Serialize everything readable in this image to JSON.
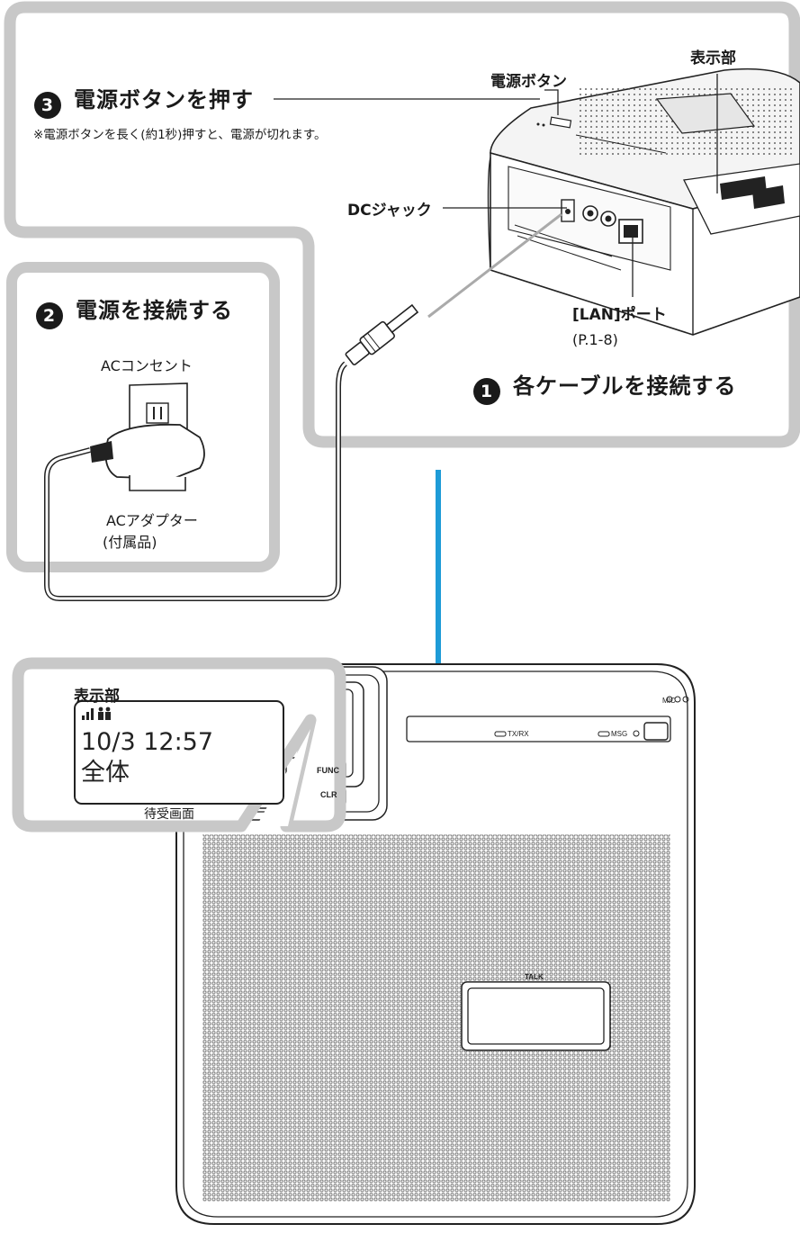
{
  "step3": {
    "num": "3",
    "title": "電源ボタンを押す",
    "note": "※電源ボタンを長く(約1秒)押すと、電源が切れます。"
  },
  "step2": {
    "num": "2",
    "title": "電源を接続する",
    "ac_outlet": "ACコンセント",
    "ac_adapter": "ACアダプター",
    "ac_adapter_sub": "(付属品)"
  },
  "step1": {
    "num": "1",
    "title": "各ケーブルを接続する"
  },
  "labels": {
    "power_button": "電源ボタン",
    "display_top": "表示部",
    "dc_jack": "DCジャック",
    "lan_port": "[LAN]ポート",
    "lan_page": "(P.1-8)",
    "display_bottom": "表示部",
    "standby_screen": "待受画面"
  },
  "lcd": {
    "time": "10/3 12:57",
    "group": "全体"
  },
  "device": {
    "mic": "MIC",
    "txrx": "TX/RX",
    "msg": "MSG",
    "talk": "TALK",
    "func_key": "FUNC",
    "clr_key": "CLR"
  },
  "colors": {
    "panel_gray": "#c8c8c8",
    "arrow_blue": "#1e9bd7",
    "line_black": "#1a1a1a"
  }
}
